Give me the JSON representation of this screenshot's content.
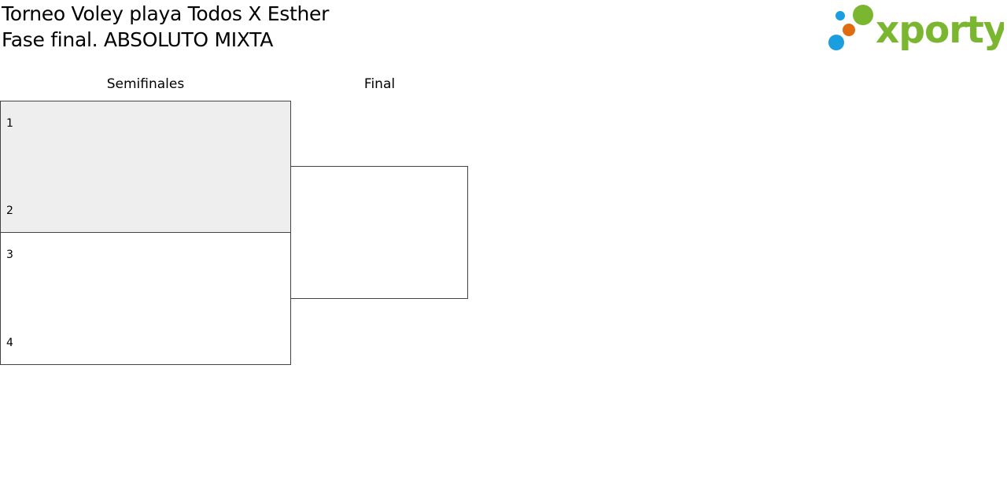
{
  "header": {
    "title": "Torneo Voley playa Todos X Esther",
    "subtitle": "Fase final. ABSOLUTO MIXTA"
  },
  "logo": {
    "text": "xporty",
    "colors": {
      "green": "#7ab630",
      "blue": "#1a9ee0",
      "orange": "#e06c12"
    }
  },
  "bracket": {
    "rounds": [
      {
        "label": "Semifinales"
      },
      {
        "label": "Final"
      }
    ],
    "semifinals": [
      {
        "top_seed": "1",
        "bottom_seed": "2",
        "highlighted": true
      },
      {
        "top_seed": "3",
        "bottom_seed": "4",
        "highlighted": false
      }
    ]
  },
  "colors": {
    "highlight_bg": "#eeeeee",
    "border": "#444444"
  }
}
